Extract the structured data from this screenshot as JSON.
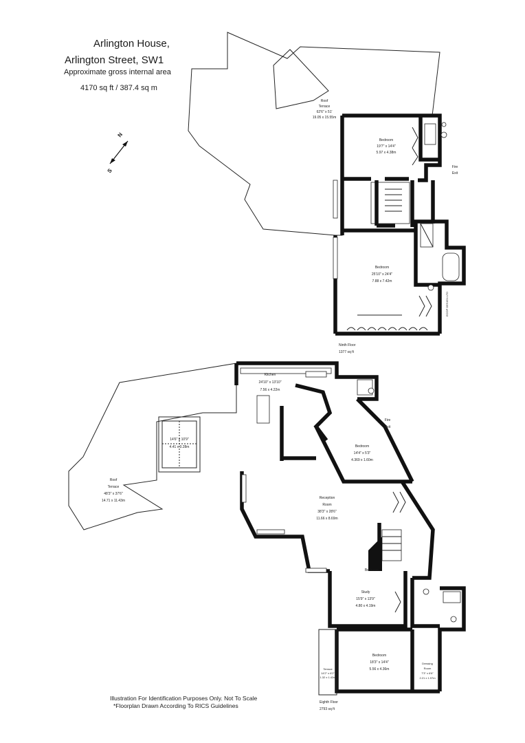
{
  "header": {
    "title_line1": "Arlington House,",
    "title_line2": "Arlington Street, SW1",
    "subtitle": "Approximate gross internal area",
    "area": "4170 sq ft  /  387.4 sq m"
  },
  "compass": {
    "north": "N",
    "south": "S"
  },
  "ninth_floor": {
    "label": "Ninth Floor",
    "area": "1377 sq ft",
    "roof_terrace": {
      "name1": "Roof",
      "name2": "Terrace",
      "imperial": "62'6\" x 51'",
      "metric": "19.05 x 15.55m"
    },
    "bedroom1": {
      "name": "Bedroom",
      "imperial": "19'7\" x 14'4\"",
      "metric": "5.97 x 4.38m"
    },
    "bedroom2": {
      "name": "Bedroom",
      "imperial": "25'10\" x 24'4\"",
      "metric": "7.88 x 7.42m"
    },
    "fire_exit1": "Fire",
    "fire_exit2": "Exit"
  },
  "eighth_floor": {
    "label": "Eighth Floor",
    "area": "2793 sq ft",
    "kitchen": {
      "name": "Kitchen",
      "imperial": "24'10\" x 13'10\"",
      "metric": "7.56 x 4.22m"
    },
    "conservatory": {
      "imperial": "14'6\" x 10'9\"",
      "metric": "4.41 x 3.28m"
    },
    "roof_terrace": {
      "name1": "Roof",
      "name2": "Terrace",
      "imperial": "48'3\" x 37'6\"",
      "metric": "14.71 x 11.43m"
    },
    "bedroom_small": {
      "name": "Bedroom",
      "imperial": "14'4\" x 5'3\"",
      "metric": "4.369 x 1.60m"
    },
    "reception": {
      "name1": "Reception",
      "name2": "Room",
      "imperial": "38'3\" x 28'6\"",
      "metric": "11.66 x 8.69m"
    },
    "bedroom_mid": {
      "name": "Bedroom"
    },
    "study": {
      "name": "Study",
      "imperial": "15'9\" x 13'9\"",
      "metric": "4.80 x 4.19m"
    },
    "bedroom_main": {
      "name": "Bedroom",
      "imperial": "18'3\" x 14'4\"",
      "metric": "5.56 x 4.36m"
    },
    "dressing": {
      "name1": "Dressing",
      "name2": "Room",
      "imperial": "7'3\" x 6'6\"",
      "metric": "2.21 x 1.97m"
    },
    "terrace": {
      "name": "Terrace",
      "imperial": "14'2\" x 6'2\"",
      "metric": "1.32 x 1.42m"
    },
    "fire_exit1": "Fire",
    "fire_exit2": "Exit"
  },
  "footer": {
    "line1": "Illustration For Identification Purposes Only. Not To Scale",
    "line2": "*Floorplan Drawn According To RICS Guidelines"
  },
  "watermark": "ECOP DESIGN LTD"
}
